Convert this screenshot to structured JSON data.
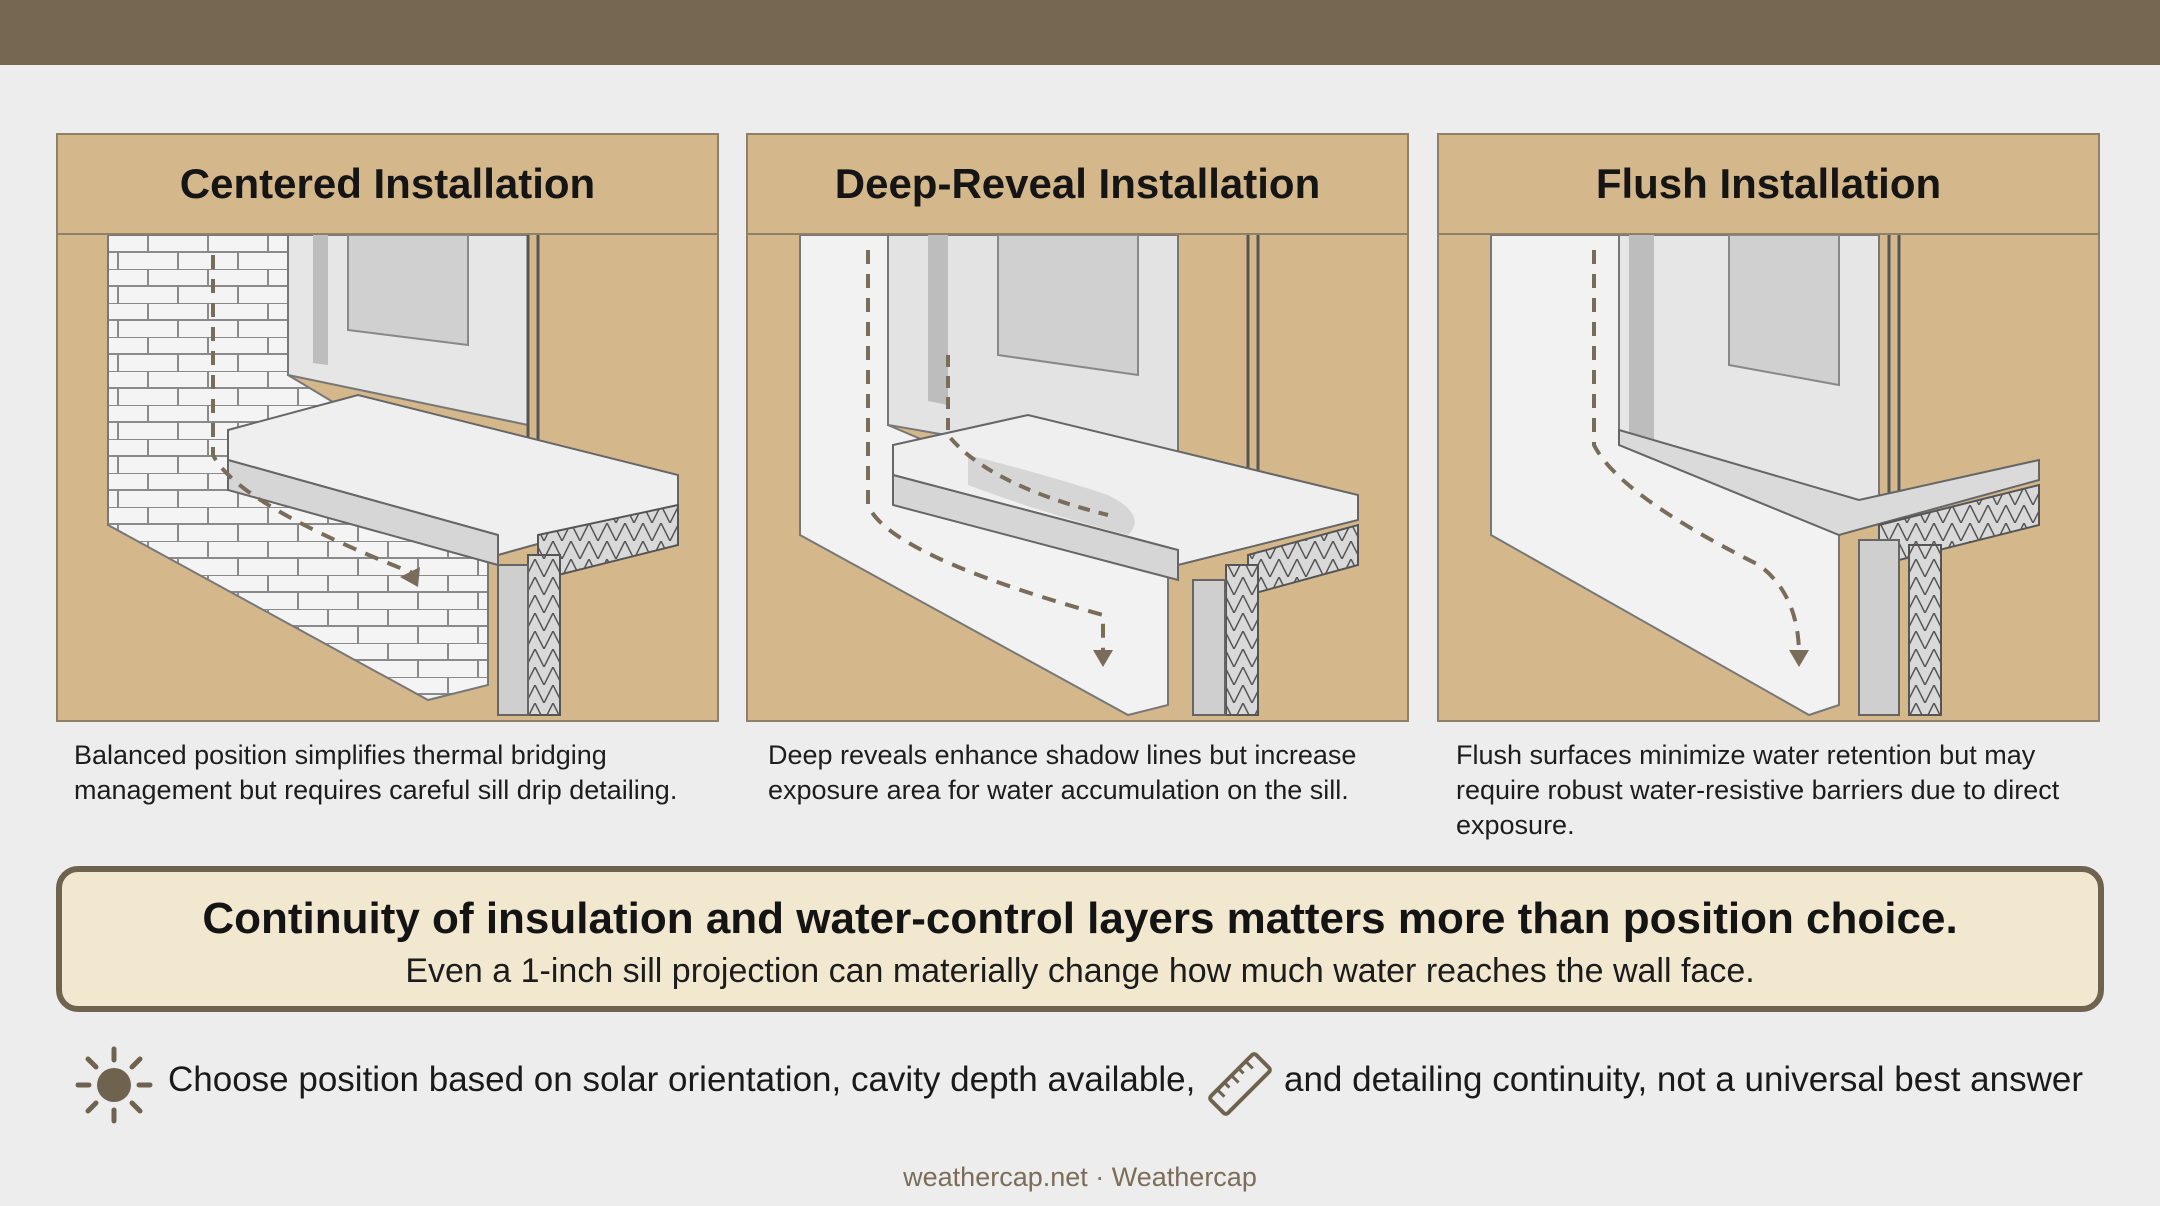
{
  "panels": [
    {
      "title": "Centered Installation",
      "caption": "Balanced position simplifies thermal bridging management but requires careful sill drip detailing."
    },
    {
      "title": "Deep-Reveal Installation",
      "caption": "Deep reveals enhance shadow lines but increase exposure area for water accumulation on the sill."
    },
    {
      "title": "Flush Installation",
      "caption": "Flush surfaces minimize water retention but may require robust water-resistive barriers due to direct exposure."
    }
  ],
  "callout": {
    "main": "Continuity of insulation and water-control layers matters more than position choice.",
    "sub": "Even a 1-inch sill projection can materially change how much water reaches the wall face."
  },
  "tip": {
    "part1": "Choose position based on solar orientation, cavity depth available,",
    "part2": "and detailing continuity, not a universal best answer",
    "icons": [
      "sun-icon",
      "ruler-icon"
    ]
  },
  "footer": "weathercap.net · Weathercap",
  "colors": {
    "header_bar": "#756750",
    "panel_bg": "#d4b88c",
    "callout_bg": "#f2e8d0",
    "callout_border": "#6f6350",
    "page_bg": "#ededed"
  }
}
